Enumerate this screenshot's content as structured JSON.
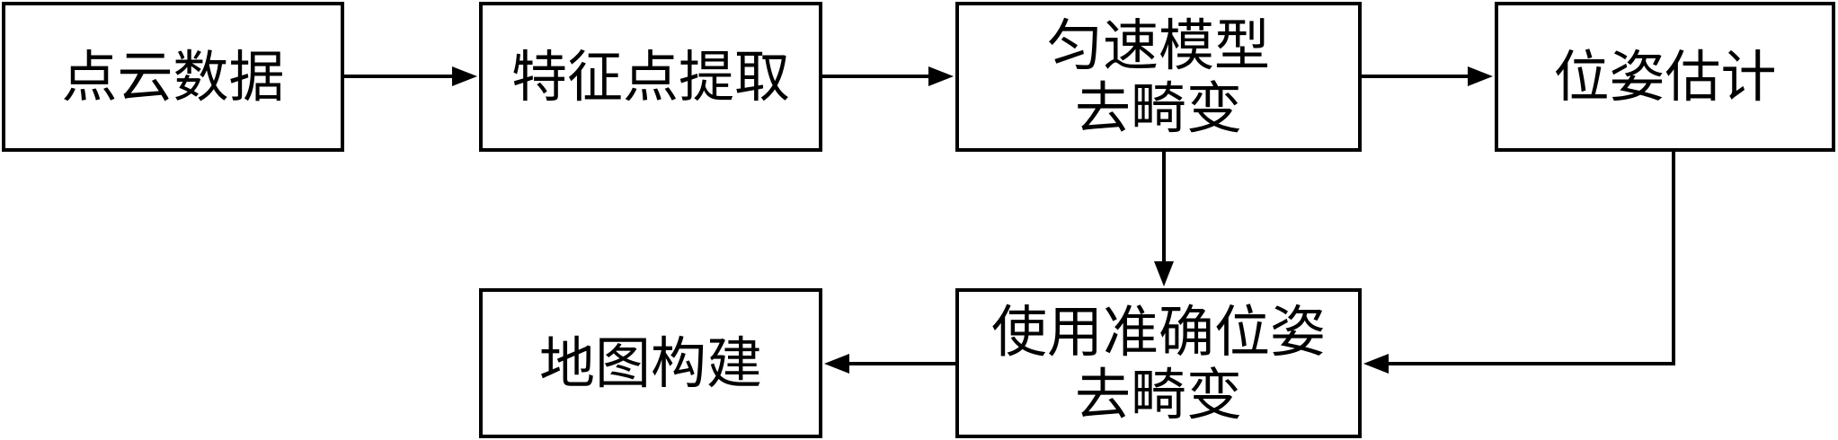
{
  "diagram": {
    "nodes": {
      "point_cloud": {
        "line1": "点云数据"
      },
      "feature_extraction": {
        "line1": "特征点提取"
      },
      "uniform_model": {
        "line1": "匀速模型",
        "line2": "去畸变"
      },
      "pose_estimation": {
        "line1": "位姿估计"
      },
      "accurate_pose": {
        "line1": "使用准确位姿",
        "line2": "去畸变"
      },
      "map_building": {
        "line1": "地图构建"
      }
    },
    "edges": [
      {
        "from": "point_cloud",
        "to": "feature_extraction"
      },
      {
        "from": "feature_extraction",
        "to": "uniform_model"
      },
      {
        "from": "uniform_model",
        "to": "pose_estimation"
      },
      {
        "from": "uniform_model",
        "to": "accurate_pose"
      },
      {
        "from": "pose_estimation",
        "to": "accurate_pose"
      },
      {
        "from": "accurate_pose",
        "to": "map_building"
      }
    ],
    "colors": {
      "stroke": "#000000",
      "background": "#ffffff"
    }
  }
}
